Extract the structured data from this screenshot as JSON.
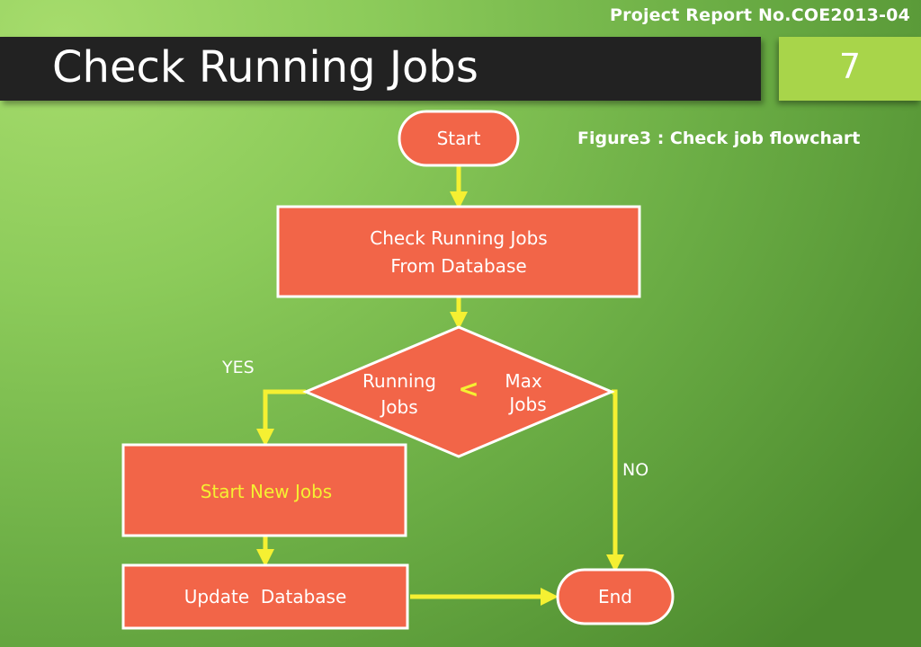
{
  "header": {
    "report_number": "Project Report No.COE2013-04",
    "title": "Check Running Jobs",
    "page_number": "7"
  },
  "figure": {
    "caption": "Figure3 : Check job flowchart"
  },
  "flowchart": {
    "start": "Start",
    "check": {
      "line1": "Check Running Jobs",
      "line2": "From Database"
    },
    "decision": {
      "left_line1": "Running",
      "left_line2": "Jobs",
      "operator": "<",
      "right_line1": "Max",
      "right_line2": "Jobs"
    },
    "yes_label": "YES",
    "no_label": "NO",
    "start_new": "Start New Jobs",
    "update": "Update  Database",
    "end": "End"
  },
  "colors": {
    "node_fill": "#f26548",
    "node_stroke": "#ffffff",
    "arrow": "#f5f032",
    "highlight_text": "#f5f032",
    "title_bar": "#222222",
    "page_box": "#a8d54a"
  }
}
